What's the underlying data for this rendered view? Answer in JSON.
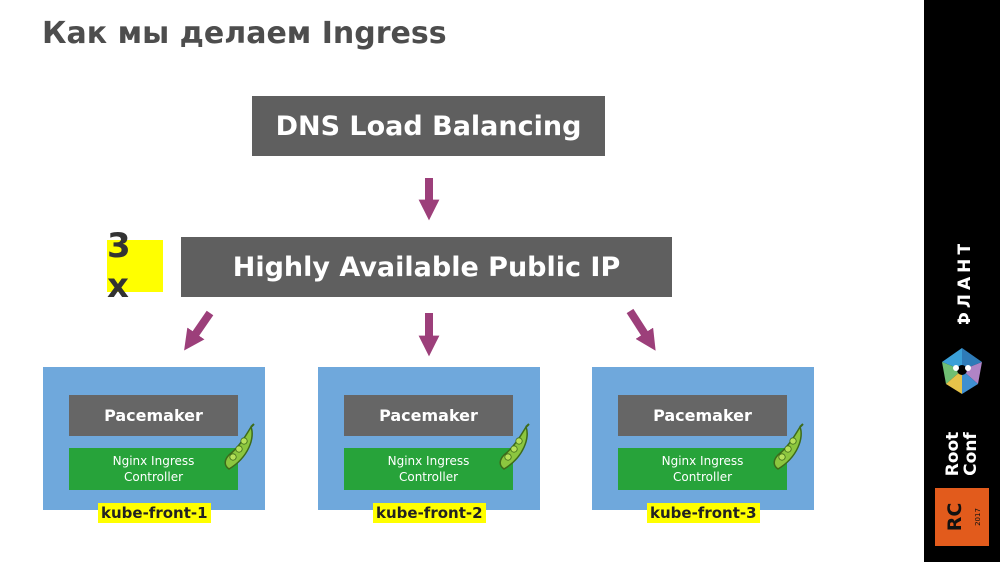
{
  "title": "Как мы делаем Ingress",
  "dns_box": "DNS Load Balancing",
  "multiplier": "3 x",
  "ip_box": "Highly Available Public IP",
  "nodes": [
    {
      "pacemaker": "Pacemaker",
      "nginx_line1": "Nginx Ingress",
      "nginx_line2": "Controller",
      "label": "kube-front-1"
    },
    {
      "pacemaker": "Pacemaker",
      "nginx_line1": "Nginx Ingress",
      "nginx_line2": "Controller",
      "label": "kube-front-2"
    },
    {
      "pacemaker": "Pacemaker",
      "nginx_line1": "Nginx Ingress",
      "nginx_line2": "Controller",
      "label": "kube-front-3"
    }
  ],
  "sidebar": {
    "flant_text": "ФЛАНТ",
    "rootconf_line1": "Root",
    "rootconf_line2": "Conf",
    "rc_text": "RC",
    "rc_year": "2017"
  },
  "colors": {
    "dark_box": "#5f5f5f",
    "node_bg": "#6fa8dc",
    "nginx_green": "#27a33a",
    "highlight_yellow": "#ffff00",
    "arrow": "#9c3f7a",
    "rc_orange": "#e25b1c"
  },
  "icons": [
    "down-arrow-icon",
    "diagonal-arrow-icon",
    "pea-pod-icon",
    "flant-logo-icon",
    "rootconf-logo-icon"
  ]
}
